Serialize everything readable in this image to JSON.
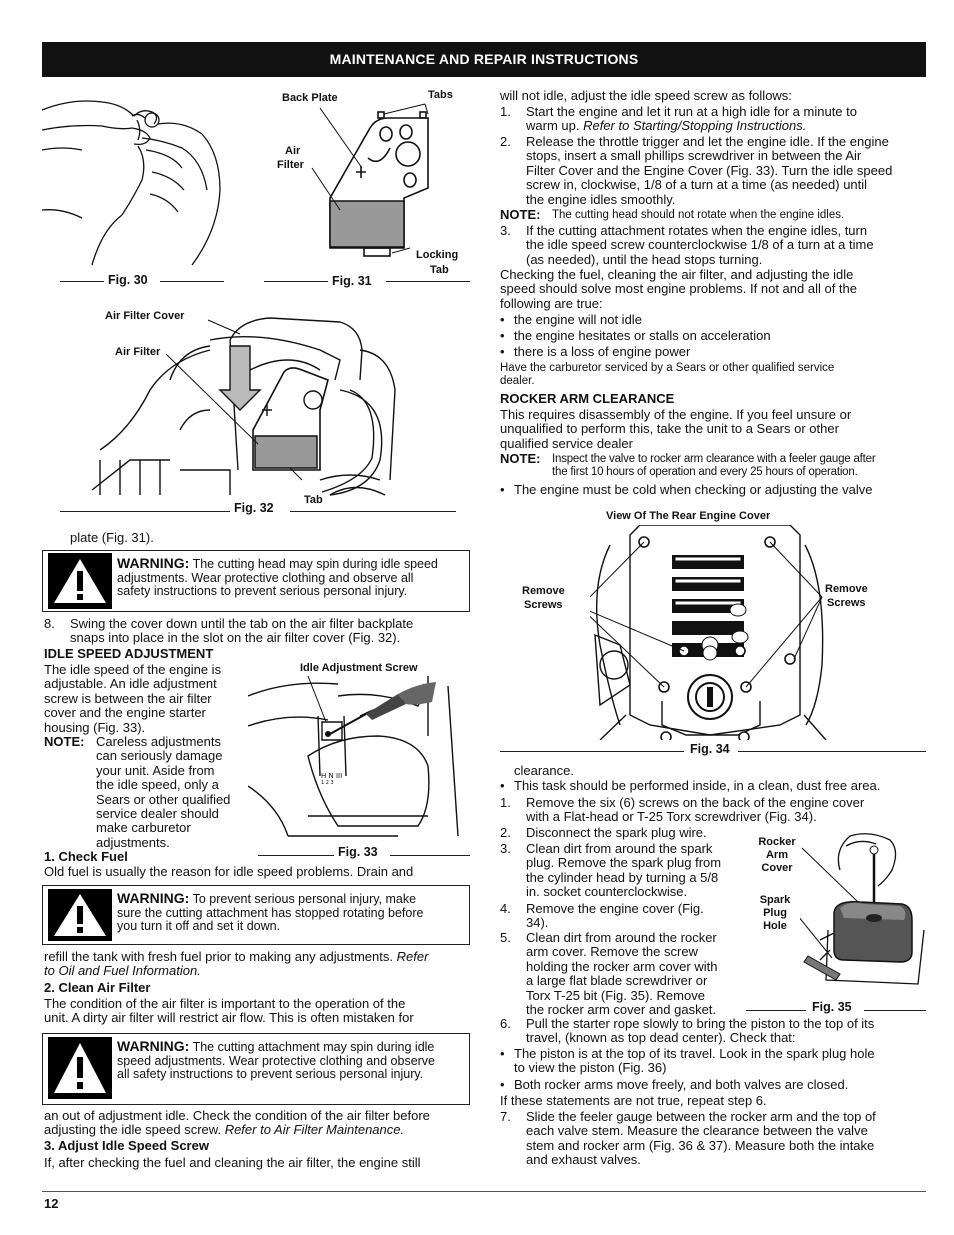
{
  "header": {
    "title": "MAINTENANCE AND REPAIR INSTRUCTIONS"
  },
  "figs": {
    "fig30": "Fig. 30",
    "fig31": "Fig. 31",
    "fig32": "Fig. 32",
    "fig33": "Fig. 33",
    "fig34": "Fig. 34",
    "fig35": "Fig. 35"
  },
  "labels": {
    "back_plate": "Back Plate",
    "tabs": "Tabs",
    "air": "Air",
    "filter": "Filter",
    "locking": "Locking",
    "tab": "Tab",
    "air_filter_cover": "Air Filter Cover",
    "air_filter": "Air Filter",
    "tab32": "Tab",
    "idle_adj_screw": "Idle Adjustment Screw",
    "view_rear": "View Of The Rear Engine Cover",
    "remove": "Remove",
    "screws": "Screws",
    "rocker": "Rocker",
    "arm": "Arm",
    "cover": "Cover",
    "spark": "Spark",
    "plug": "Plug",
    "hole": "Hole"
  },
  "left": {
    "plate": "plate (Fig. 31).",
    "warn1_title": "WARNING:",
    "warn1_a": "The cutting head may spin during idle speed",
    "warn1_b": "adjustments. Wear protective clothing and observe all",
    "warn1_c": "safety instructions to prevent serious personal injury.",
    "step8_n": "8.",
    "step8_a": "Swing the cover down until the tab on the air filter backplate",
    "step8_b": "snaps into place in the slot on the air filter cover (Fig. 32).",
    "idle_title": "IDLE SPEED ADJUSTMENT",
    "idle_1": "The idle speed of the engine is",
    "idle_2": "adjustable. An idle adjustment",
    "idle_3": "screw is between the air filter",
    "idle_4": "cover and the engine starter",
    "idle_5": "housing (Fig. 33).",
    "note_label": "NOTE:",
    "note_1": "Careless adjustments",
    "note_2": "can seriously damage",
    "note_3": "your unit. Aside from",
    "note_4": "the idle speed, only a",
    "note_5": "Sears or other qualified",
    "note_6": "service dealer should",
    "note_7": "make carburetor",
    "note_8": "adjustments.",
    "check_fuel": "1. Check Fuel",
    "fuel_1": "Old fuel is usually the reason for idle speed problems. Drain and",
    "warn2_title": "WARNING:",
    "warn2_a": "To prevent serious personal injury, make",
    "warn2_b": "sure the cutting attachment has stopped rotating before",
    "warn2_c": "you turn it off and set it down.",
    "refill_1": "refill the tank with fresh fuel prior to making any adjustments.",
    "refill_1i": "Refer",
    "refill_2i": "to Oil and Fuel Information.",
    "clean_air": "2. Clean Air Filter",
    "air_1": "The condition of the air filter is important to the operation of the",
    "air_2": "unit. A dirty air filter will restrict air flow. This is often mistaken for",
    "warn3_title": "WARNING:",
    "warn3_a": "The cutting attachment may spin during idle",
    "warn3_b": "speed adjustments. Wear protective clothing and observe",
    "warn3_c": "all safety instructions to prevent serious personal injury.",
    "out_1": "an out of adjustment idle. Check the condition of the air filter before",
    "out_2": "adjusting the idle speed screw.",
    "out_2i": "Refer to Air Filter Maintenance.",
    "adjust": "3. Adjust Idle Speed Screw",
    "if_1": "If, after checking the fuel and cleaning the air filter, the engine still"
  },
  "right": {
    "will_not": "will not idle, adjust the idle speed screw as follows:",
    "s1_n": "1.",
    "s1_a": "Start the engine and let it run at a high idle for a minute to",
    "s1_b": "warm up.",
    "s1_bi": "Refer to Starting/Stopping Instructions.",
    "s2_n": "2.",
    "s2_a": "Release the throttle trigger and let the engine idle. If the engine",
    "s2_b": "stops, insert a small phillips screwdriver in between the Air",
    "s2_c": "Filter Cover and the Engine Cover (Fig. 33). Turn the idle speed",
    "s2_d": "screw in, clockwise, 1/8 of a turn at a time (as needed) until",
    "s2_e": "the engine idles smoothly.",
    "note_label": "NOTE:",
    "note_a": "The cutting head should not rotate when the engine idles.",
    "s3_n": "3.",
    "s3_a": "If the cutting attachment rotates when the engine idles, turn",
    "s3_b": "the idle speed screw counterclockwise 1/8 of a turn at a time",
    "s3_c": "(as needed), until the head stops turning.",
    "chk_1": "Checking the fuel, cleaning the air filter, and adjusting the idle",
    "chk_2": "speed should solve most engine problems. If not and all of the",
    "chk_3": "following are true:",
    "b1": "the engine will not idle",
    "b2": "the engine hesitates or stalls on acceleration",
    "b3": "there is a loss of engine power",
    "have_1": "Have the carburetor serviced by a Sears or other qualified service",
    "have_2": "dealer.",
    "rocker_title": "ROCKER ARM CLEARANCE",
    "rk_1": "This requires disassembly of the engine. If you feel unsure or",
    "rk_2": "unqualified to perform this, take the unit to a Sears or other",
    "rk_3": "qualified service dealer",
    "note2_label": "NOTE:",
    "note2_a": "Inspect the valve to rocker arm clearance with a feeler gauge after",
    "note2_b": "the first 10 hours of operation and every 25 hours of operation.",
    "cold": "The engine must be cold when checking or adjusting the valve",
    "clearance": "clearance.",
    "task": "This task should be performed inside, in a clean, dust free area.",
    "r1_n": "1.",
    "r1_a": "Remove the six (6) screws on the back of the engine cover",
    "r1_b": "with a Flat-head or T-25 Torx screwdriver (Fig. 34).",
    "r2_n": "2.",
    "r2_a": "Disconnect the spark plug wire.",
    "r3_n": "3.",
    "r3_a": "Clean dirt from around the spark",
    "r3_b": "plug. Remove the spark plug from",
    "r3_c": "the cylinder head by turning a 5/8",
    "r3_d": "in. socket counterclockwise.",
    "r4_n": "4.",
    "r4_a": "Remove the engine cover (Fig.",
    "r4_b": "34).",
    "r5_n": "5.",
    "r5_a": "Clean dirt from around the rocker",
    "r5_b": "arm cover. Remove the screw",
    "r5_c": "holding the rocker arm cover with",
    "r5_d": "a large flat blade screwdriver or",
    "r5_e": "Torx T-25 bit (Fig. 35). Remove",
    "r5_f": "the rocker arm cover and gasket.",
    "r6_n": "6.",
    "r6_a": "Pull the starter rope slowly to bring the piston to the top of its",
    "r6_b": "travel, (known as top dead center). Check that:",
    "pb1_a": "The piston is at the top of its travel. Look in the spark plug hole",
    "pb1_b": "to view the piston (Fig. 36)",
    "pb2": "Both rocker arms move freely, and both valves are closed.",
    "ifnot": "If these statements are not true, repeat step 6.",
    "r7_n": "7.",
    "r7_a": "Slide the feeler gauge between the rocker arm and the top of",
    "r7_b": "each valve stem. Measure the clearance between the valve",
    "r7_c": "stem and rocker arm (Fig. 36 & 37). Measure both the intake",
    "r7_d": "and exhaust valves."
  },
  "bullet": "•",
  "footer": {
    "page": "12"
  }
}
